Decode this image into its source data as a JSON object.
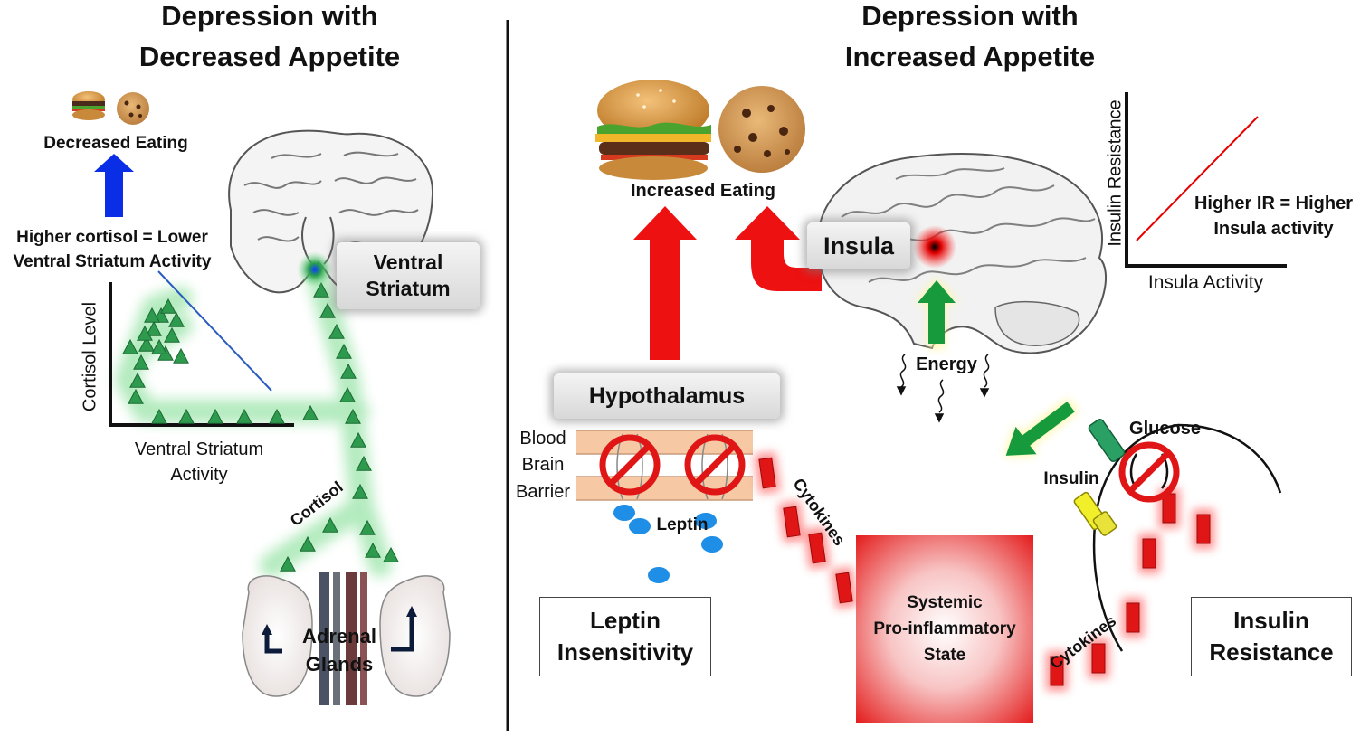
{
  "left_panel": {
    "title_line1": "Depression with",
    "title_line2": "Decreased Appetite",
    "decreased_eating": "Decreased Eating",
    "relation_line1": "Higher cortisol = Lower",
    "relation_line2": "Ventral Striatum Activity",
    "ventral_striatum_line1": "Ventral",
    "ventral_striatum_line2": "Striatum",
    "plot_ylabel": "Cortisol Level",
    "plot_xlabel_line1": "Ventral Striatum",
    "plot_xlabel_line2": "Activity",
    "cortisol": "Cortisol",
    "adrenal_line1": "Adrenal",
    "adrenal_line2": "Glands"
  },
  "right_panel": {
    "title_line1": "Depression with",
    "title_line2": "Increased Appetite",
    "increased_eating": "Increased Eating",
    "insula": "Insula",
    "plot_ylabel": "Insulin Resistance",
    "plot_xlabel": "Insula Activity",
    "relation_line1": "Higher IR = Higher",
    "relation_line2": "Insula activity",
    "energy": "Energy",
    "hypothalamus": "Hypothalamus",
    "bbb_line1": "Blood",
    "bbb_line2": "Brain",
    "bbb_line3": "Barrier",
    "leptin": "Leptin",
    "cytokines_1": "Cytokines",
    "cytokines_2": "Cytokines",
    "leptin_box_line1": "Leptin",
    "leptin_box_line2": "Insensitivity",
    "systemic_line1": "Systemic",
    "systemic_line2": "Pro-inflammatory",
    "systemic_line3": "State",
    "glucose": "Glucose",
    "insulin": "Insulin",
    "insulin_box_line1": "Insulin",
    "insulin_box_line2": "Resistance"
  },
  "colors": {
    "blue_arrow": "#0a2ee6",
    "red_arrow": "#ee1111",
    "green_arrow": "#169a3c",
    "cortisol_triangle": "#2e9a4e",
    "glow_green": "#9ae4a8",
    "blood_brain_barrier": "#f6c9a4",
    "leptin": "#1e8ee6",
    "cytokine": "#e01616",
    "insulin_receptor": "#f1ee2a",
    "glucose_transporter": "#2aa064"
  },
  "icons": {
    "food": "burger-and-cookie",
    "brain_left": "coronal-brain-section",
    "brain_right": "sagittal-brain",
    "adrenal": "kidneys-with-adrenal-glands",
    "prohibited": "red-no-sign"
  }
}
